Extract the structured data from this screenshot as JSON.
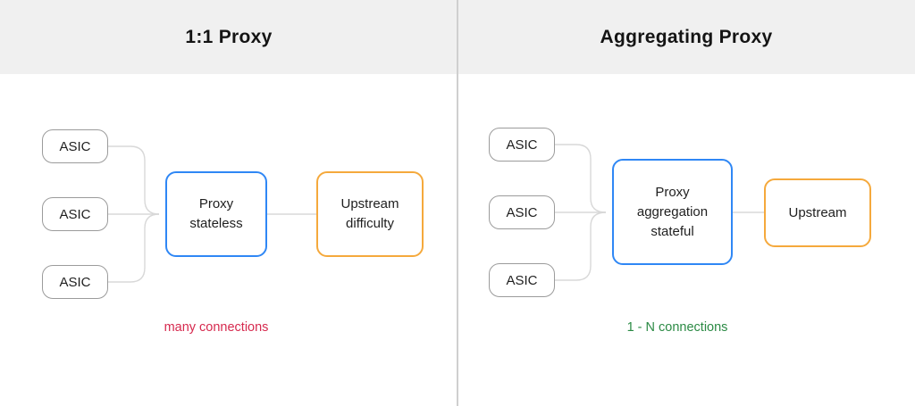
{
  "colors": {
    "header_bg": "#f0f0f0",
    "divider": "#cfcfcf",
    "asic_border": "#9b9b9b",
    "proxy_border_blue": "#2f87f5",
    "upstream_border_orange": "#f5a93c",
    "connector_gray": "#d8d8d8",
    "note_red": "#d6294e",
    "note_green": "#2b8a44"
  },
  "left": {
    "title": "1:1 Proxy",
    "asics": [
      "ASIC",
      "ASIC",
      "ASIC"
    ],
    "proxy": {
      "lines": [
        "Proxy",
        "stateless"
      ]
    },
    "upstream": {
      "lines": [
        "Upstream",
        "difficulty"
      ]
    },
    "note": "many connections"
  },
  "right": {
    "title": "Aggregating Proxy",
    "asics": [
      "ASIC",
      "ASIC",
      "ASIC"
    ],
    "proxy": {
      "lines": [
        "Proxy",
        "aggregation",
        "stateful"
      ]
    },
    "upstream": {
      "lines": [
        "Upstream"
      ]
    },
    "note": "1 - N connections"
  }
}
